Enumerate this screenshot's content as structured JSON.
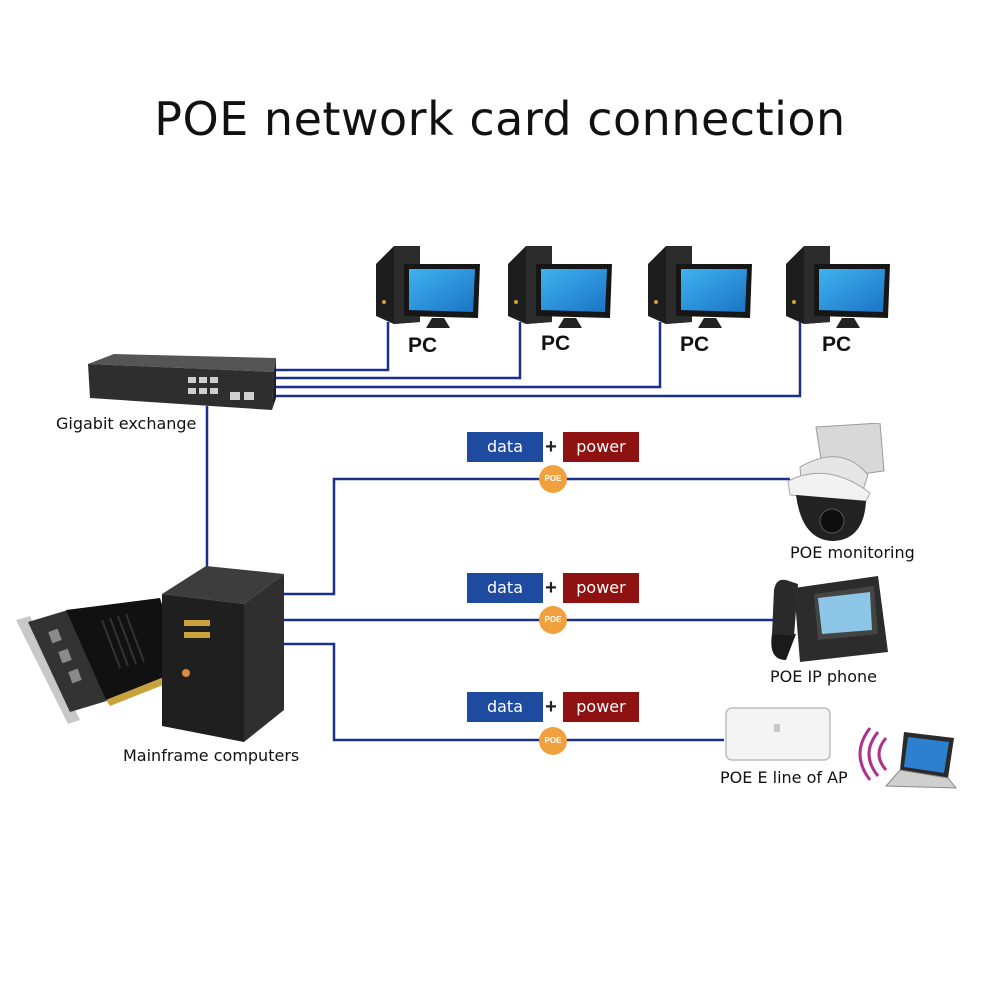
{
  "title": "POE network card connection",
  "colors": {
    "line": "#1c2f8a",
    "data_badge": "#1e4aa0",
    "power_badge": "#8e1212",
    "poe_badge": "#f0a03c"
  },
  "pcs": [
    {
      "label": "PC"
    },
    {
      "label": "PC"
    },
    {
      "label": "PC"
    },
    {
      "label": "PC"
    }
  ],
  "switch": {
    "label": "Gigabit exchange",
    "icon": "network-switch-icon"
  },
  "host": {
    "label": "Mainframe computers",
    "icon": "tower-server-icon",
    "card_icon": "poe-network-card-icon"
  },
  "poe_links": [
    {
      "data": "data",
      "plus": "+",
      "power": "power",
      "poe": "POE",
      "device": "POE monitoring",
      "icon": "dome-camera-icon"
    },
    {
      "data": "data",
      "plus": "+",
      "power": "power",
      "poe": "POE",
      "device": "POE IP phone",
      "icon": "ip-phone-icon"
    },
    {
      "data": "data",
      "plus": "+",
      "power": "power",
      "poe": "POE",
      "device": "POE E line of AP",
      "icon": "access-point-icon"
    }
  ],
  "wireless": {
    "icons": [
      "wifi-signal-icon",
      "laptop-icon"
    ]
  }
}
